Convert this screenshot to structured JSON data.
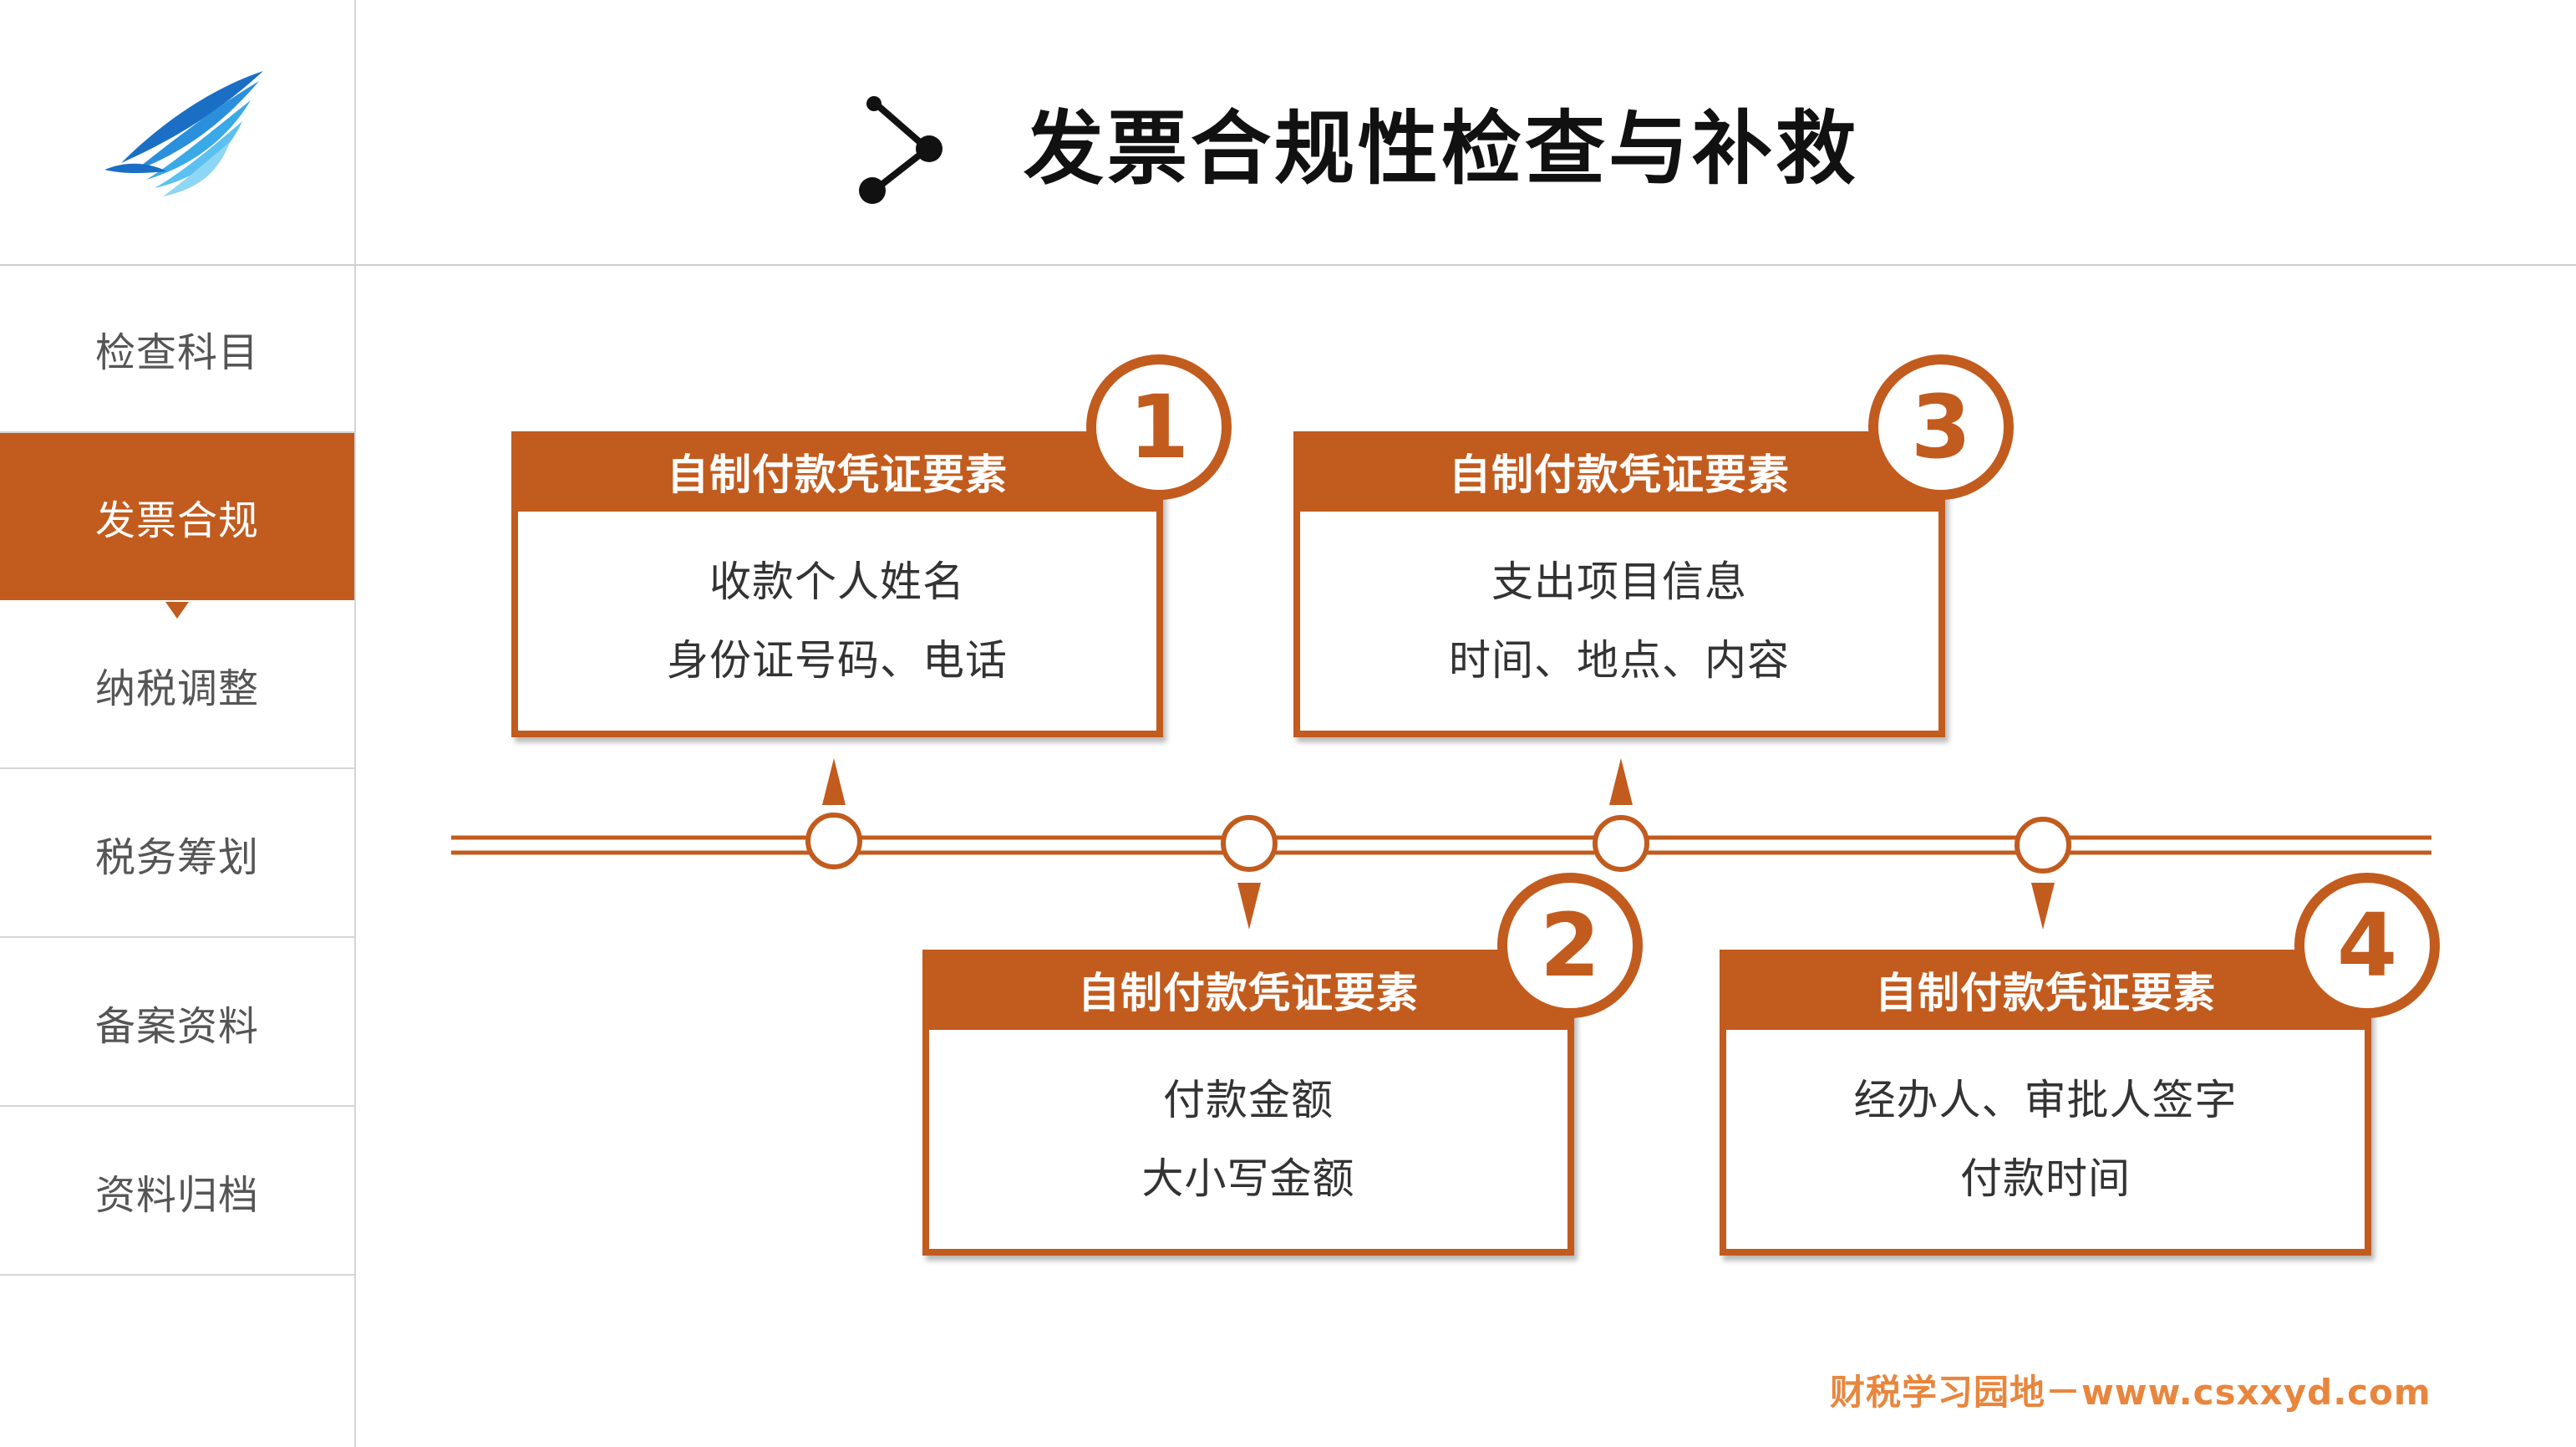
{
  "header": {
    "title": "发票合规性检查与补救"
  },
  "sidebar": {
    "items": [
      {
        "label": "检查科目"
      },
      {
        "label": "发票合规"
      },
      {
        "label": "纳税调整"
      },
      {
        "label": "税务筹划"
      },
      {
        "label": "备案资料"
      },
      {
        "label": "资料归档"
      }
    ],
    "active_index": 1
  },
  "steps": [
    {
      "number": "1",
      "title": "自制付款凭证要素",
      "lines": [
        "收款个人姓名",
        "身份证号码、电话"
      ]
    },
    {
      "number": "2",
      "title": "自制付款凭证要素",
      "lines": [
        "付款金额",
        "大小写金额"
      ]
    },
    {
      "number": "3",
      "title": "自制付款凭证要素",
      "lines": [
        "支出项目信息",
        "时间、地点、内容"
      ]
    },
    {
      "number": "4",
      "title": "自制付款凭证要素",
      "lines": [
        "经办人、审批人签字",
        "付款时间"
      ]
    }
  ],
  "footer": {
    "text": "财税学习园地－www.csxxyd.com"
  },
  "colors": {
    "accent": "#c25b1e",
    "footer": "#e8863e",
    "text": "#333333"
  },
  "icons": {
    "logo": "wing-logo-icon",
    "header": "share-nodes-icon"
  }
}
